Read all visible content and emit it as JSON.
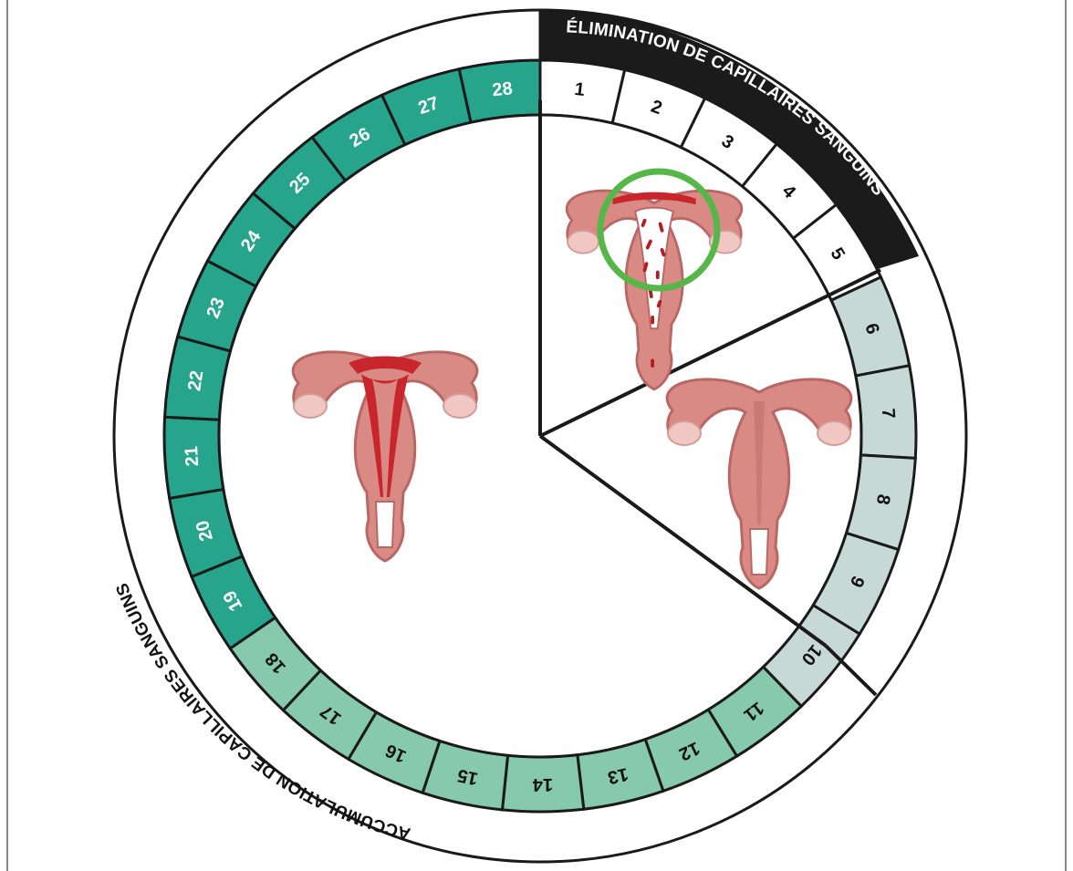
{
  "labels": {
    "elimination": "ÉLIMINATION DE CAPILLAIRES SANGUINS",
    "accumulation": "ACCUMULATION DE CAPILLAIRES SANGUINS"
  },
  "days": [
    "1",
    "2",
    "3",
    "4",
    "5",
    "6",
    "7",
    "8",
    "9",
    "10",
    "11",
    "12",
    "13",
    "14",
    "15",
    "16",
    "17",
    "18",
    "19",
    "20",
    "21",
    "22",
    "23",
    "24",
    "25",
    "26",
    "27",
    "28"
  ],
  "phases": [
    {
      "id": "elimination",
      "days": [
        1,
        2,
        3,
        4,
        5
      ],
      "fill": "#ffffff",
      "text": "#111111"
    },
    {
      "id": "intermediate",
      "days": [
        6,
        7,
        8,
        9,
        10
      ],
      "fill": "#c7d9d4",
      "text": "#111111"
    },
    {
      "id": "growth",
      "days": [
        11,
        12,
        13,
        14,
        15,
        16,
        17,
        18
      ],
      "fill": "#86c9ad",
      "text": "#111111"
    },
    {
      "id": "accumulation",
      "days": [
        19,
        20,
        21,
        22,
        23,
        24,
        25,
        26,
        27,
        28
      ],
      "fill": "#26a48c",
      "text": "#ffffff"
    }
  ],
  "colors": {
    "outline": "#1a1a1a",
    "elimination_band": "#1b1b1b",
    "highlight_ring": "#55b748",
    "uterus_body": "#d98a85",
    "uterus_outline": "#b86764",
    "ovary": "#f0c7c3",
    "lining_red": "#c8262c",
    "blood": "#b51c22"
  },
  "icons": {
    "menstruation": "uterus-shedding-icon",
    "proliferation": "uterus-thin-lining-icon",
    "secretion": "uterus-thick-lining-icon"
  }
}
